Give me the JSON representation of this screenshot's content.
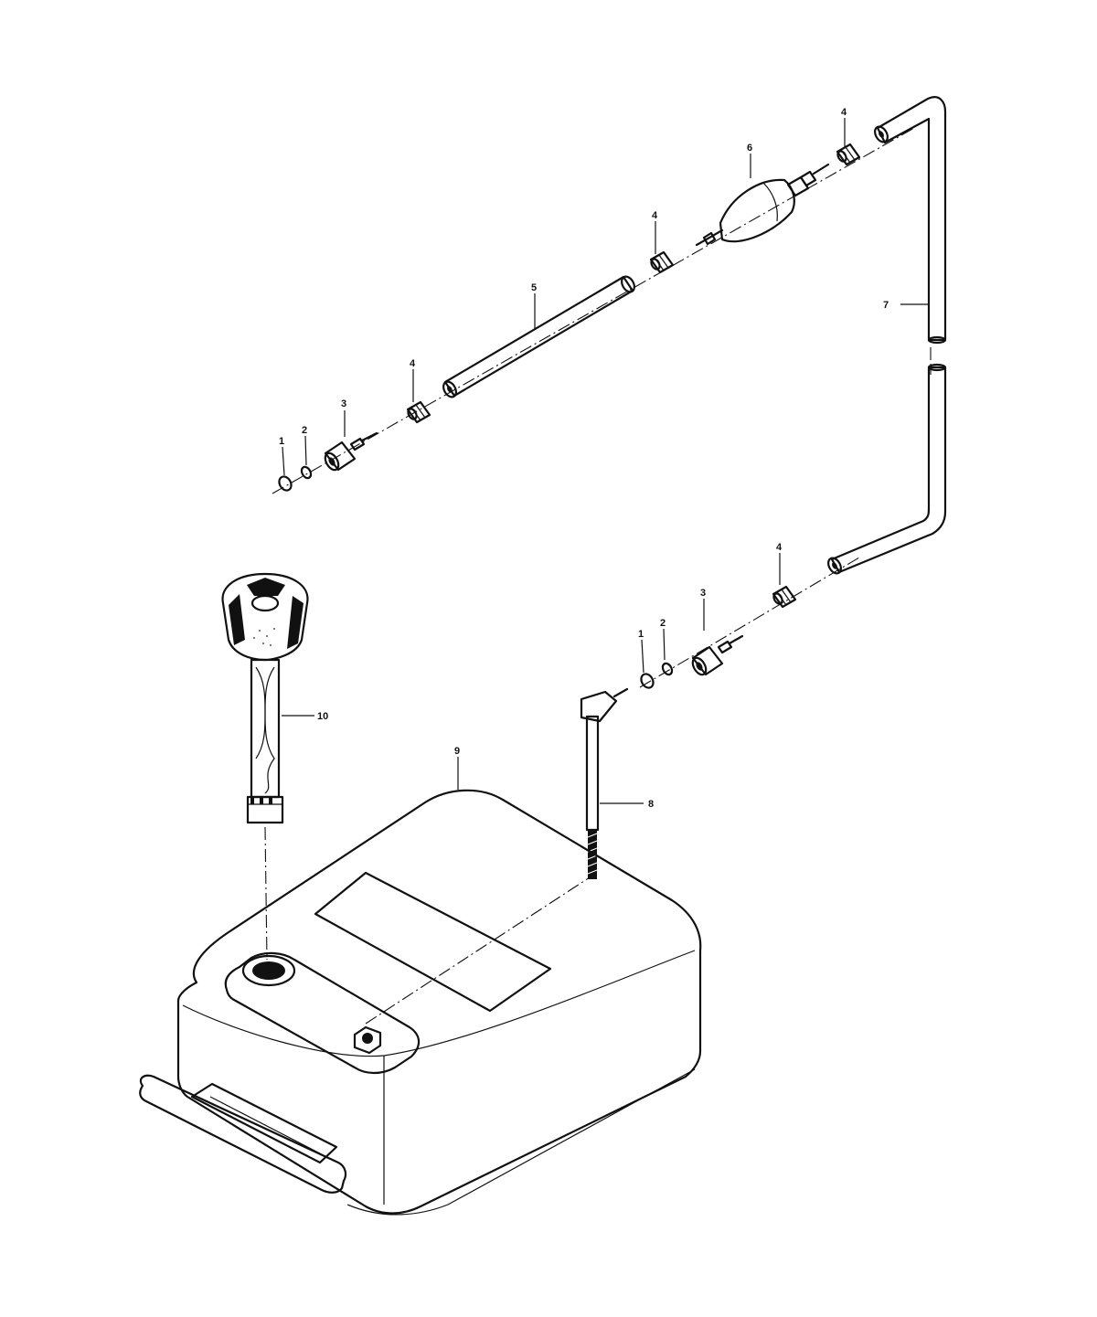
{
  "callouts": {
    "c1_top": "1",
    "c2_top": "2",
    "c3_top": "3",
    "c4_top_a": "4",
    "c5": "5",
    "c4_top_b": "4",
    "c6": "6",
    "c4_top_c": "4",
    "c7": "7",
    "c4_mid": "4",
    "c3_mid": "3",
    "c2_mid": "2",
    "c1_mid": "1",
    "c10": "10",
    "c9": "9",
    "c8": "8"
  },
  "colors": {
    "ink": "#111111",
    "paper": "#ffffff"
  }
}
